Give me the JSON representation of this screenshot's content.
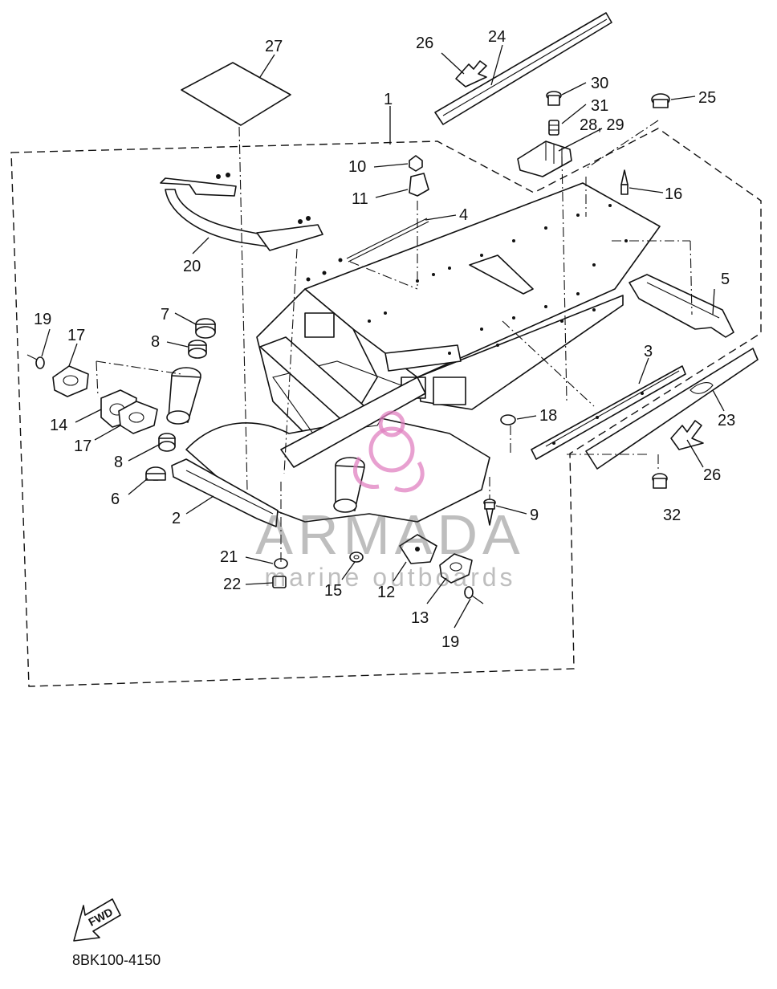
{
  "callouts": [
    {
      "id": "c1",
      "label": "1"
    },
    {
      "id": "c2",
      "label": "2"
    },
    {
      "id": "c3",
      "label": "3"
    },
    {
      "id": "c4",
      "label": "4"
    },
    {
      "id": "c5",
      "label": "5"
    },
    {
      "id": "c6",
      "label": "6"
    },
    {
      "id": "c7",
      "label": "7"
    },
    {
      "id": "c8a",
      "label": "8"
    },
    {
      "id": "c8b",
      "label": "8"
    },
    {
      "id": "c9",
      "label": "9"
    },
    {
      "id": "c10",
      "label": "10"
    },
    {
      "id": "c11",
      "label": "11"
    },
    {
      "id": "c12",
      "label": "12"
    },
    {
      "id": "c13",
      "label": "13"
    },
    {
      "id": "c14",
      "label": "14"
    },
    {
      "id": "c15",
      "label": "15"
    },
    {
      "id": "c16",
      "label": "16"
    },
    {
      "id": "c17a",
      "label": "17"
    },
    {
      "id": "c17b",
      "label": "17"
    },
    {
      "id": "c18",
      "label": "18"
    },
    {
      "id": "c19a",
      "label": "19"
    },
    {
      "id": "c19b",
      "label": "19"
    },
    {
      "id": "c20",
      "label": "20"
    },
    {
      "id": "c21",
      "label": "21"
    },
    {
      "id": "c22",
      "label": "22"
    },
    {
      "id": "c23",
      "label": "23"
    },
    {
      "id": "c24",
      "label": "24"
    },
    {
      "id": "c25",
      "label": "25"
    },
    {
      "id": "c26a",
      "label": "26"
    },
    {
      "id": "c26b",
      "label": "26"
    },
    {
      "id": "c27",
      "label": "27"
    },
    {
      "id": "c2829",
      "label": "28, 29"
    },
    {
      "id": "c30",
      "label": "30"
    },
    {
      "id": "c31",
      "label": "31"
    },
    {
      "id": "c32",
      "label": "32"
    }
  ],
  "watermark": {
    "brand": "ARMADA",
    "tagline": "marine outboards",
    "color": "#e080c0"
  },
  "fwd_arrow_label": "FWD",
  "drawing_code": "8BK100-4150"
}
